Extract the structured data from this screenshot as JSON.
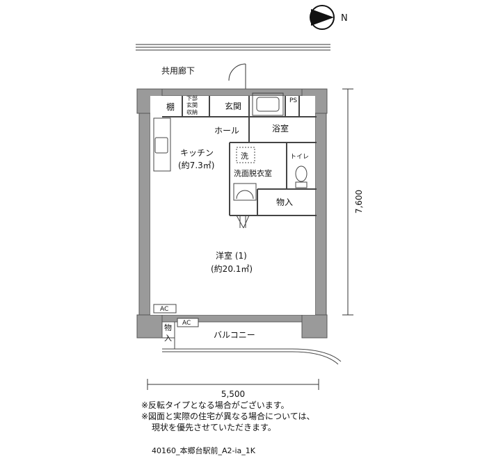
{
  "compass": {
    "label": "N"
  },
  "rooms": {
    "corridor": "共用廊下",
    "shelf": "棚",
    "shoe_storage_1": "下部",
    "shoe_storage_2": "玄関",
    "shoe_storage_3": "収納",
    "entrance": "玄関",
    "ps": "PS",
    "hall": "ホール",
    "bathroom": "浴室",
    "kitchen": "キッチン",
    "kitchen_area": "(約7.3㎡)",
    "washer": "洗",
    "toilet": "トイレ",
    "washroom": "洗面脱衣室",
    "storage": "物入",
    "western_room": "洋室 (1)",
    "western_area": "(約20.1㎡)",
    "ac_1": "AC",
    "ac_2": "AC",
    "storage_balcony_1": "物",
    "storage_balcony_2": "入",
    "balcony": "バルコニー"
  },
  "dimensions": {
    "width": "5,500",
    "depth": "7,600"
  },
  "notes": {
    "line1": "※反転タイプとなる場合がございます。",
    "line2": "※図面と実際の住宅が異なる場合については、",
    "line3": "現状を優先させていただきます。"
  },
  "plan_code": "40160_本郷台駅前_A2-ia_1K"
}
